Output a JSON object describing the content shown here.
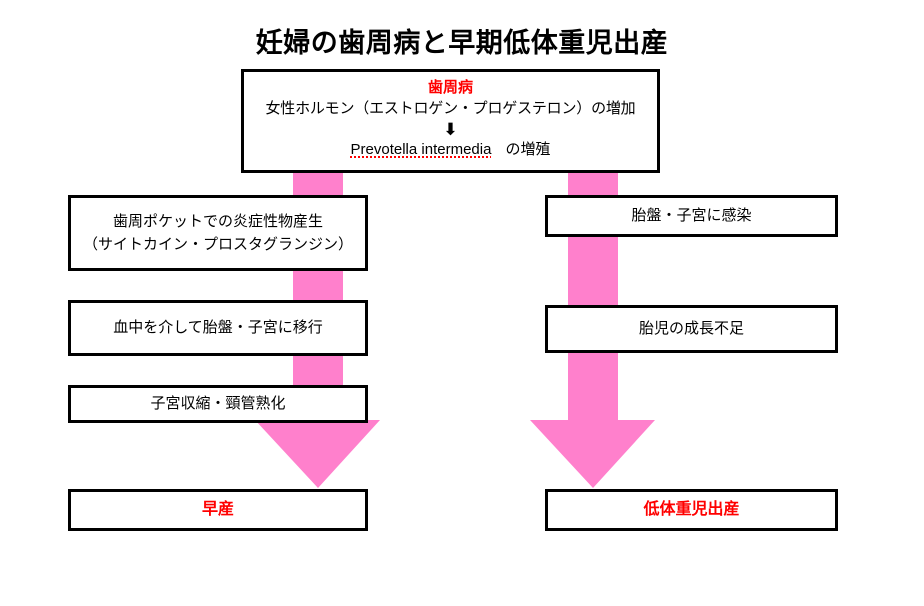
{
  "title": "妊婦の歯周病と早期低体重児出産",
  "colors": {
    "accent_pink": "#FF80CC",
    "highlight_red": "#FF0000",
    "border_black": "#000000",
    "background": "#FFFFFF"
  },
  "top_box": {
    "heading": "歯周病",
    "hormone_line": "女性ホルモン（エストロゲン・プロゲステロン）の増加",
    "down_arrow_glyph": "⬇",
    "bacteria_name": "Prevotella intermedia",
    "bacteria_suffix": "の増殖"
  },
  "left_column": {
    "boxes": [
      {
        "lines": [
          "歯周ポケットでの炎症性物産生",
          "（サイトカイン・プロスタグランジン）"
        ]
      },
      {
        "lines": [
          "血中を介して胎盤・子宮に移行"
        ]
      },
      {
        "lines": [
          "子宮収縮・頸管熟化"
        ]
      }
    ],
    "outcome": "早産"
  },
  "right_column": {
    "boxes": [
      {
        "lines": [
          "胎盤・子宮に感染"
        ]
      },
      {
        "lines": [
          "胎児の成長不足"
        ]
      }
    ],
    "outcome": "低体重児出産"
  },
  "flow": {
    "left_arrow_label": "pink-down-arrow-left",
    "right_arrow_label": "pink-down-arrow-right"
  }
}
